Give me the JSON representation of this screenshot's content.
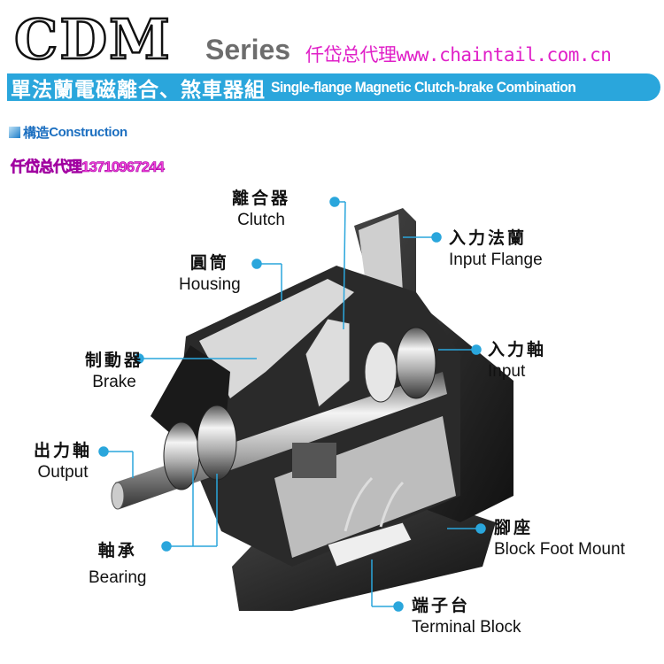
{
  "header": {
    "logo": "CDM",
    "series": "Series",
    "agent_text": "仟岱总代理www.chaintail.com.cn"
  },
  "banner": {
    "title_zh": "單法蘭電磁離合、煞車器組",
    "title_en": "Single-flange Magnetic Clutch-brake Combination"
  },
  "section": {
    "title_zh": "構造",
    "title_en": "Construction"
  },
  "phone_text": "仟岱总代理13710967244",
  "colors": {
    "accent": "#2aa6dc",
    "magenta": "#e020c8"
  },
  "labels": {
    "clutch": {
      "zh": "離合器",
      "en": "Clutch"
    },
    "housing": {
      "zh": "圓筒",
      "en": "Housing"
    },
    "input_flange": {
      "zh": "入力法蘭",
      "en": "Input Flange"
    },
    "brake": {
      "zh": "制動器",
      "en": "Brake"
    },
    "input": {
      "zh": "入力軸",
      "en": "Input"
    },
    "output": {
      "zh": "出力軸",
      "en": "Output"
    },
    "bearing": {
      "zh": "軸承",
      "en": "Bearing"
    },
    "foot": {
      "zh": "腳座",
      "en": "Block Foot Mount"
    },
    "terminal": {
      "zh": "端子台",
      "en": "Terminal Block"
    }
  }
}
